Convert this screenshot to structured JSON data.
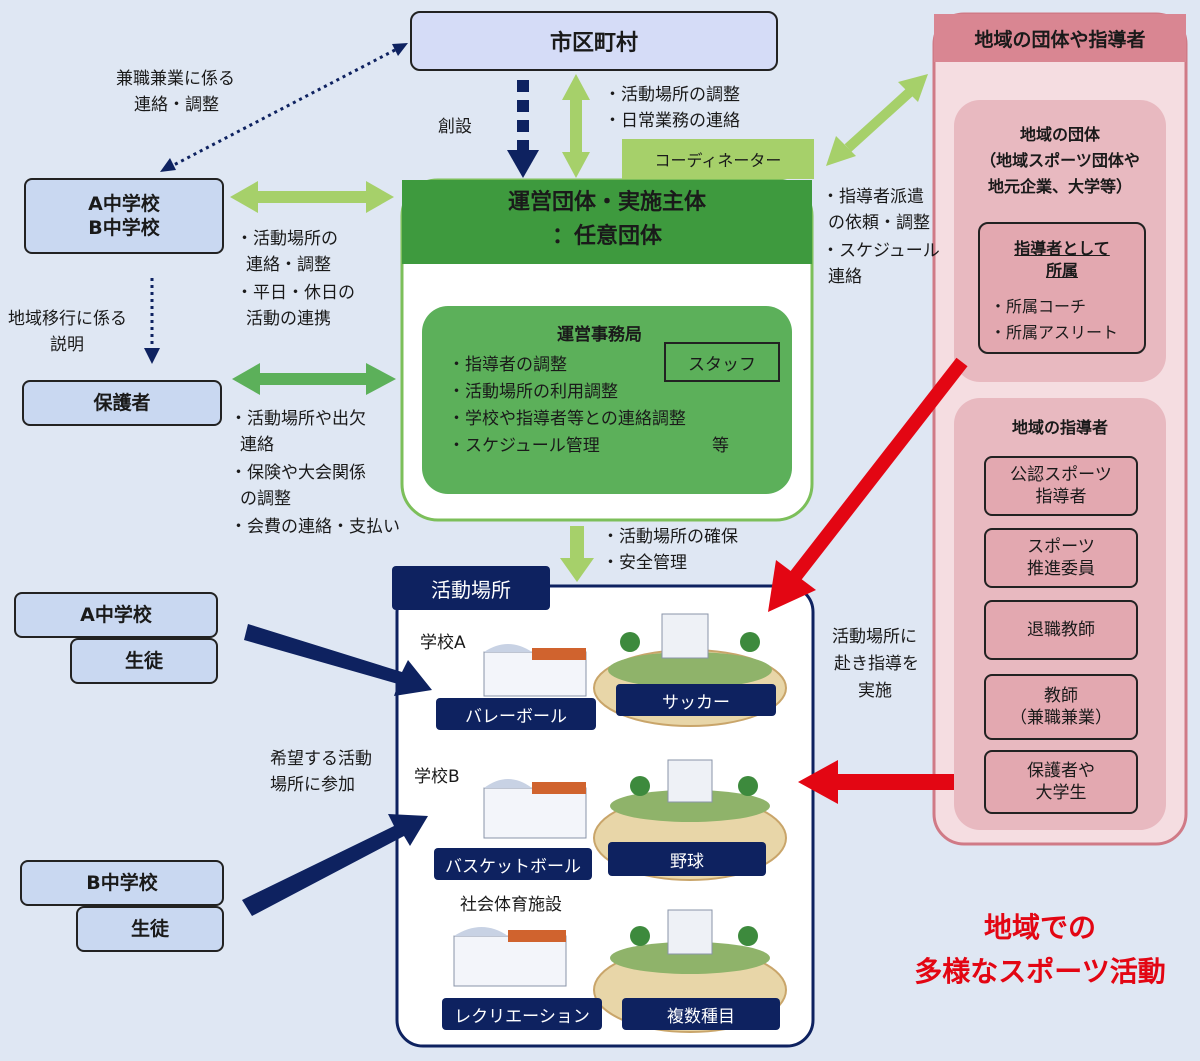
{
  "city": {
    "label": "市区町村"
  },
  "ab_school": {
    "line1": "A中学校",
    "line2": "B中学校"
  },
  "parents": {
    "label": "保護者"
  },
  "operator": {
    "line1": "運営団体・実施主体",
    "line2": "：任意団体"
  },
  "office": {
    "title": "運営事務局",
    "staff": "スタッフ",
    "items": [
      "・指導者の調整",
      "・活動場所の利用調整",
      "・学校や指導者等との連絡調整",
      "・スケジュール管理"
    ],
    "etc": "等"
  },
  "coordinator": {
    "label": "コーディネーター"
  },
  "notes": {
    "side_job": [
      "兼職兼業に係る",
      "連絡・調整"
    ],
    "founding": "創設",
    "city_link": [
      "・活動場所の調整",
      "・日常業務の連絡"
    ],
    "school_link": [
      "・活動場所の",
      "連絡・調整",
      "・平日・休日の",
      "活動の連携"
    ],
    "transition": [
      "地域移行に係る",
      "説明"
    ],
    "parents_link": [
      "・活動場所や出欠",
      "連絡",
      "・保険や大会関係",
      "の調整",
      "・会費の連絡・支払い"
    ],
    "dispatch": [
      "・指導者派遣",
      "の依頼・調整",
      "・スケジュール",
      "連絡"
    ],
    "venue_secure": [
      "・活動場所の確保",
      "・安全管理"
    ],
    "go_coach": [
      "活動場所に",
      "赴き指導を",
      "実施"
    ],
    "join": [
      "希望する活動",
      "場所に参加"
    ]
  },
  "venue": {
    "title": "活動場所",
    "school_a": "学校A",
    "school_b": "学校B",
    "facility": "社会体育施設",
    "activities": [
      "バレーボール",
      "サッカー",
      "バスケットボール",
      "野球",
      "レクリエーション",
      "複数種目"
    ]
  },
  "students_a": {
    "school": "A中学校",
    "students": "生徒"
  },
  "students_b": {
    "school": "B中学校",
    "students": "生徒"
  },
  "region": {
    "header": "地域の団体や指導者",
    "org_title": [
      "地域の団体",
      "（地域スポーツ団体や",
      "地元企業、大学等）"
    ],
    "affiliated_title": [
      "指導者として",
      "所属"
    ],
    "affiliated_items": [
      "・所属コーチ",
      "・所属アスリート"
    ],
    "coaches_title": "地域の指導者",
    "coaches": [
      [
        "公認スポーツ",
        "指導者"
      ],
      [
        "スポーツ",
        "推進委員"
      ],
      [
        "退職教師"
      ],
      [
        "教師",
        "（兼職兼業）"
      ],
      [
        "保護者や",
        "大学生"
      ]
    ]
  },
  "tagline": [
    "地域での",
    "多様なスポーツ活動"
  ],
  "colors": {
    "green_dark": "#3e9a3e",
    "green_mid": "#5cb05a",
    "green_light": "#a6d06a",
    "navy": "#0e2260",
    "red": "#e30613",
    "pink": "#e3a8b0"
  }
}
